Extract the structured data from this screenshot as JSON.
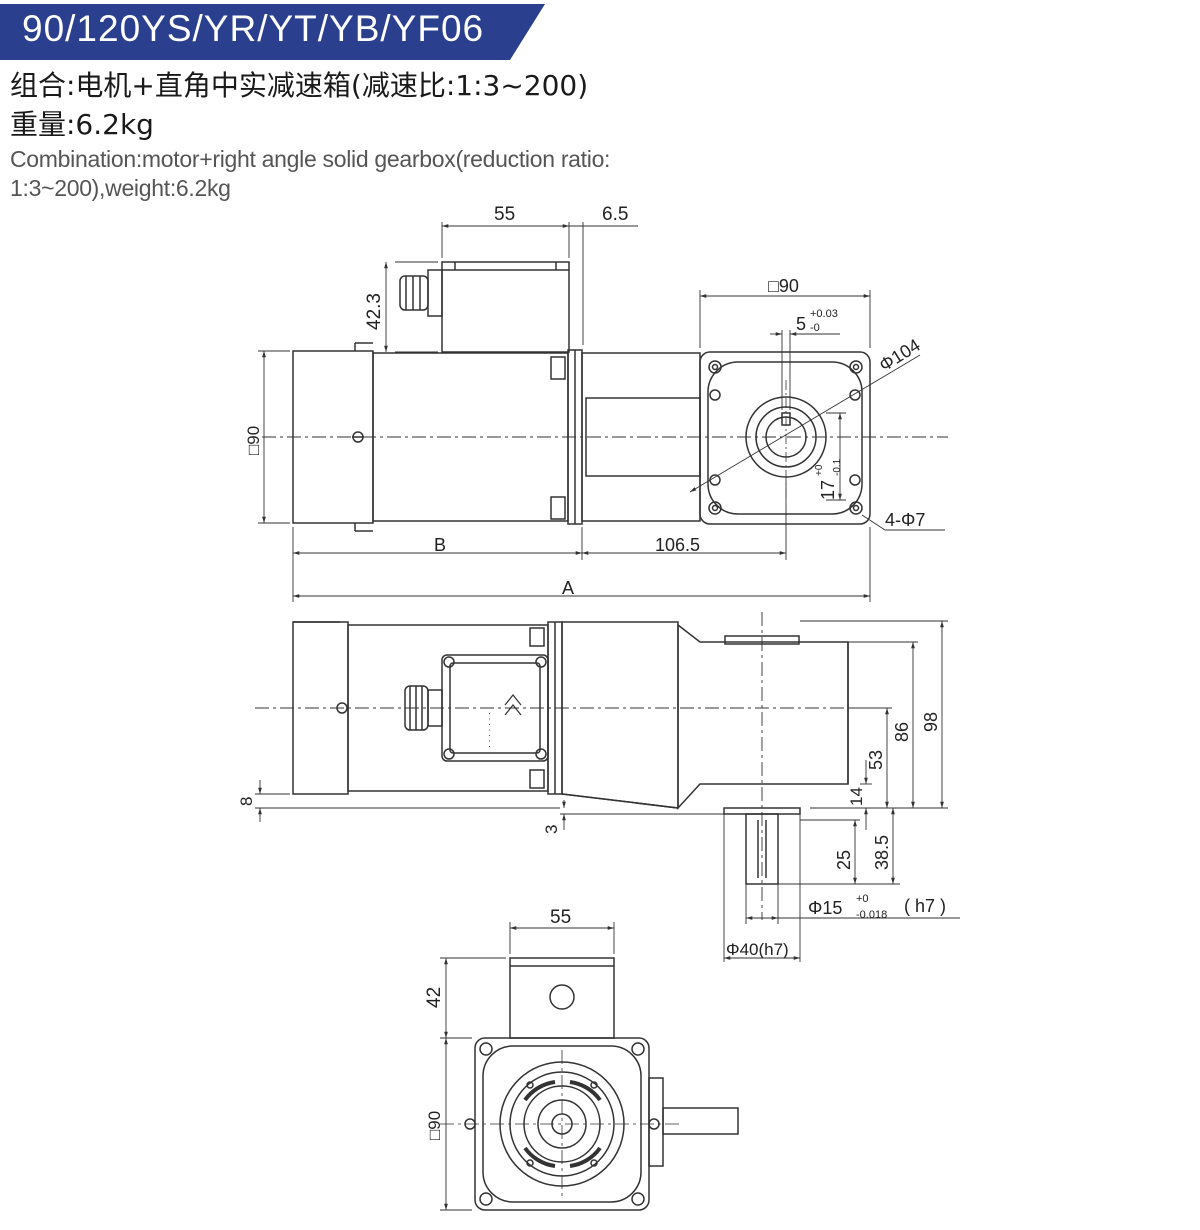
{
  "header": {
    "model": "90/120YS/YR/YT/YB/YF06",
    "combination_cn": "组合:电机+直角中实减速箱(减速比:1:3~200)",
    "weight_cn": "重量:6.2kg",
    "combination_en_line1": "Combination:motor+right angle solid gearbox(reduction ratio:",
    "combination_en_line2": "1:3~200),weight:6.2kg"
  },
  "colors": {
    "banner": "#2b3f8f",
    "line": "#333333"
  },
  "dimensions": {
    "top_view": {
      "terminal_box_width": "55",
      "terminal_offset": "6.5",
      "terminal_height": "42.3",
      "motor_square": "□90",
      "flange_square": "□90",
      "key_width": "5",
      "key_tol_upper": "+0.03",
      "key_tol_lower": "-0",
      "shaft_key_height": "17",
      "shaft_key_tol_upper": "+0",
      "shaft_key_tol_lower": "-0.1",
      "bolt_circle": "Φ104",
      "mount_holes": "4-Φ7",
      "length_b": "B",
      "gear_length": "106.5",
      "length_a": "A"
    },
    "side_view": {
      "base_offset": "8",
      "gap": "3",
      "height_14": "14",
      "height_53": "53",
      "height_86": "86",
      "height_98": "98",
      "shaft_len_25": "25",
      "shaft_len_38": "38.5",
      "shaft_dia": "Φ15",
      "shaft_tol_upper": "+0",
      "shaft_tol_lower": "-0.018",
      "shaft_fit": "( h7 )",
      "pilot_dia": "Φ40(h7)"
    },
    "end_view": {
      "box_width": "55",
      "box_height": "42",
      "square": "□90"
    }
  }
}
